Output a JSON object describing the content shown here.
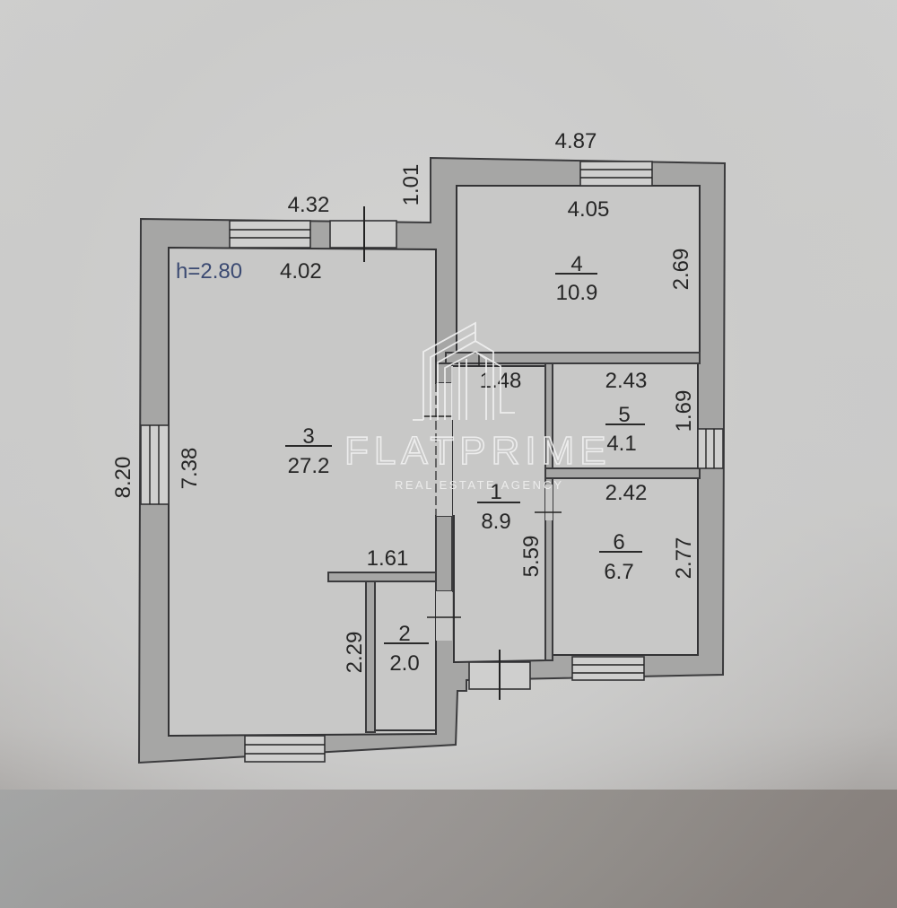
{
  "plan": {
    "ceiling_height": "h=2.80",
    "outer_dimensions": {
      "left_wing_top": "4.32",
      "right_wing_top": "4.87",
      "step_height": "1.01",
      "left_outer_height": "8.20"
    },
    "rooms": [
      {
        "number": "1",
        "area": "8.9",
        "dims": [
          "1.48",
          "5.59"
        ]
      },
      {
        "number": "2",
        "area": "2.0",
        "dims": [
          "1.61",
          "2.29"
        ]
      },
      {
        "number": "3",
        "area": "27.2",
        "dims": [
          "4.02",
          "7.38"
        ]
      },
      {
        "number": "4",
        "area": "10.9",
        "dims": [
          "4.05",
          "2.69"
        ]
      },
      {
        "number": "5",
        "area": "4.1",
        "dims": [
          "2.43",
          "1.69"
        ]
      },
      {
        "number": "6",
        "area": "6.7",
        "dims": [
          "2.42",
          "2.77"
        ]
      }
    ]
  },
  "watermark": {
    "brand": "FLATPRIME",
    "tagline": "REAL ESTATE AGENCY",
    "icon": "building-logo-icon"
  },
  "colors": {
    "background": "#cbcbca",
    "wall_fill": "#a6a6a5",
    "room_fill": "#c8c8c7",
    "line": "#333335",
    "ceiling_label": "#3b4a72",
    "watermark": "#f2f2f2"
  }
}
